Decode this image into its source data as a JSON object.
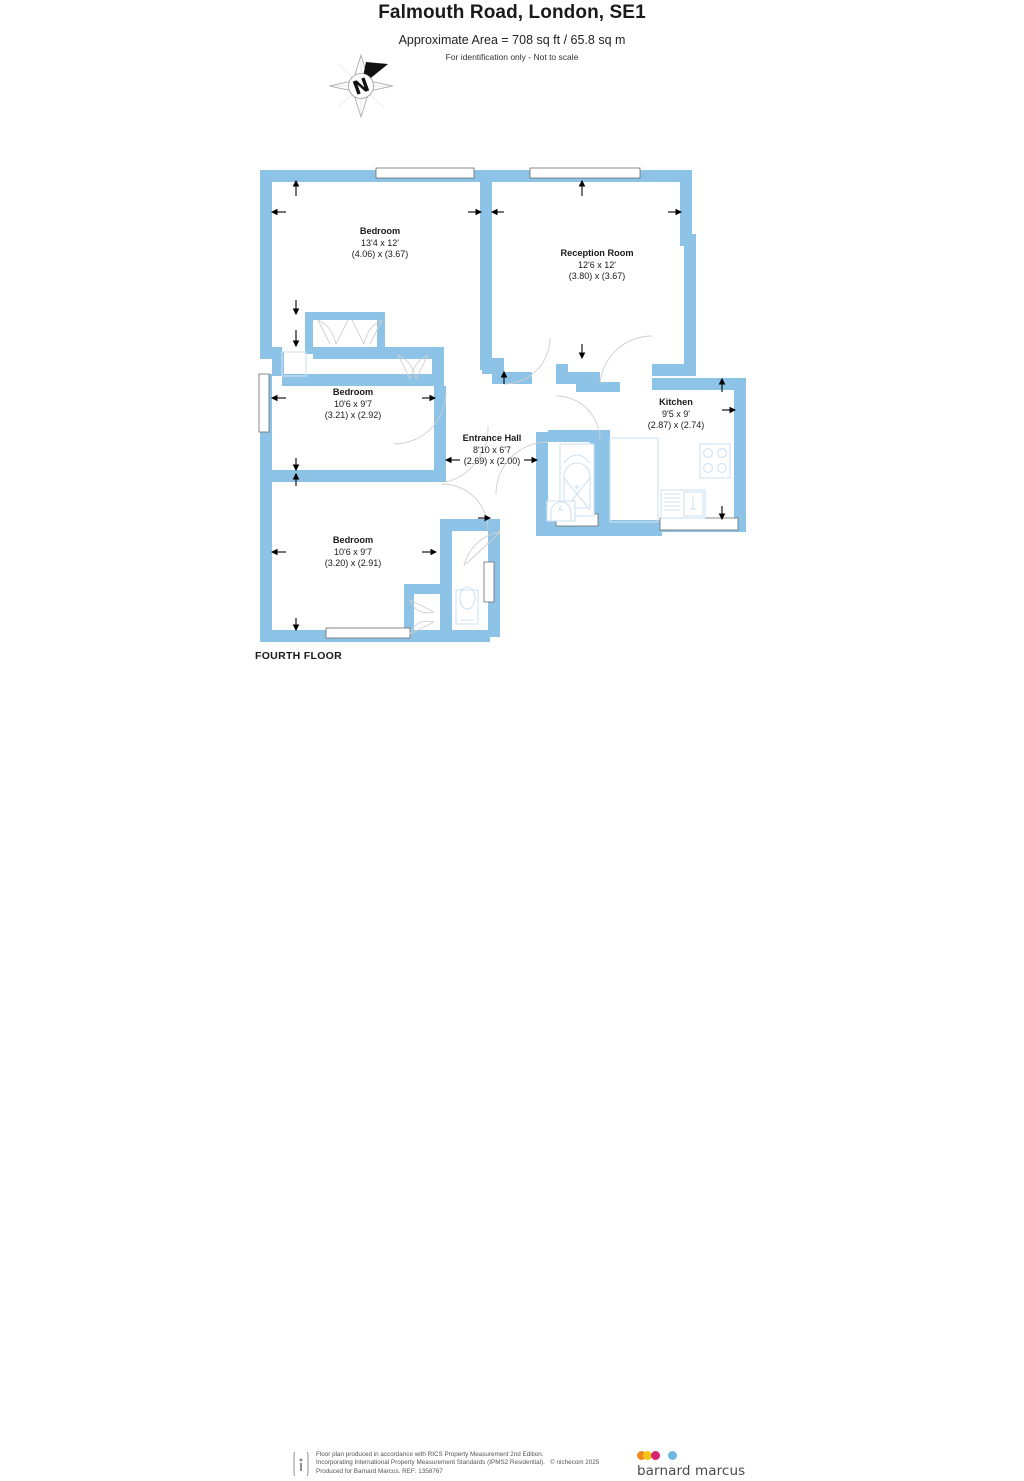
{
  "header": {
    "title": "Falmouth Road, London, SE1",
    "area": "Approximate Area = 708 sq ft / 65.8 sq m",
    "disclaimer": "For identification only - Not to scale"
  },
  "compass": {
    "north_letter": "N",
    "icon": "compass-rose-icon"
  },
  "floor_label": "FOURTH FLOOR",
  "rooms": [
    {
      "id": "bedroom-1",
      "name": "Bedroom",
      "imperial": "13'4 x 12'",
      "metric": "(4.06) x (3.67)"
    },
    {
      "id": "reception-room",
      "name": "Reception Room",
      "imperial": "12'6 x 12'",
      "metric": "(3.80) x (3.67)"
    },
    {
      "id": "bedroom-2",
      "name": "Bedroom",
      "imperial": "10'6 x 9'7",
      "metric": "(3.21) x (2.92)"
    },
    {
      "id": "kitchen",
      "name": "Kitchen",
      "imperial": "9'5 x 9'",
      "metric": "(2.87) x (2.74)"
    },
    {
      "id": "entrance-hall",
      "name": "Entrance Hall",
      "imperial": "8'10 x 6'7",
      "metric": "(2.69) x (2.00)"
    },
    {
      "id": "bedroom-3",
      "name": "Bedroom",
      "imperial": "10'6 x 9'7",
      "metric": "(3.20) x (2.91)"
    }
  ],
  "footer": {
    "line1": "Floor plan produced in accordance with RICS Property Measurement 2nd Edition.",
    "line2": "Incorporating International Property Measurement Standards (IPMS2 Residential).",
    "copyright": "© nichecom 2025",
    "line3": "Produced for Barnard Marcus.   REF:  1358767",
    "info_icon": "information-icon"
  },
  "brand": {
    "name": "barnard marcus",
    "dot_colors": [
      "#f08a1c",
      "#f5c518",
      "#d6246e",
      "#6fb7e0"
    ]
  },
  "colors": {
    "wall": "#8cc3e6",
    "wall_dark": "#7ab6dd",
    "fixture_outline": "#c7dced",
    "arrow": "#000000",
    "text": "#1a1a1a"
  }
}
